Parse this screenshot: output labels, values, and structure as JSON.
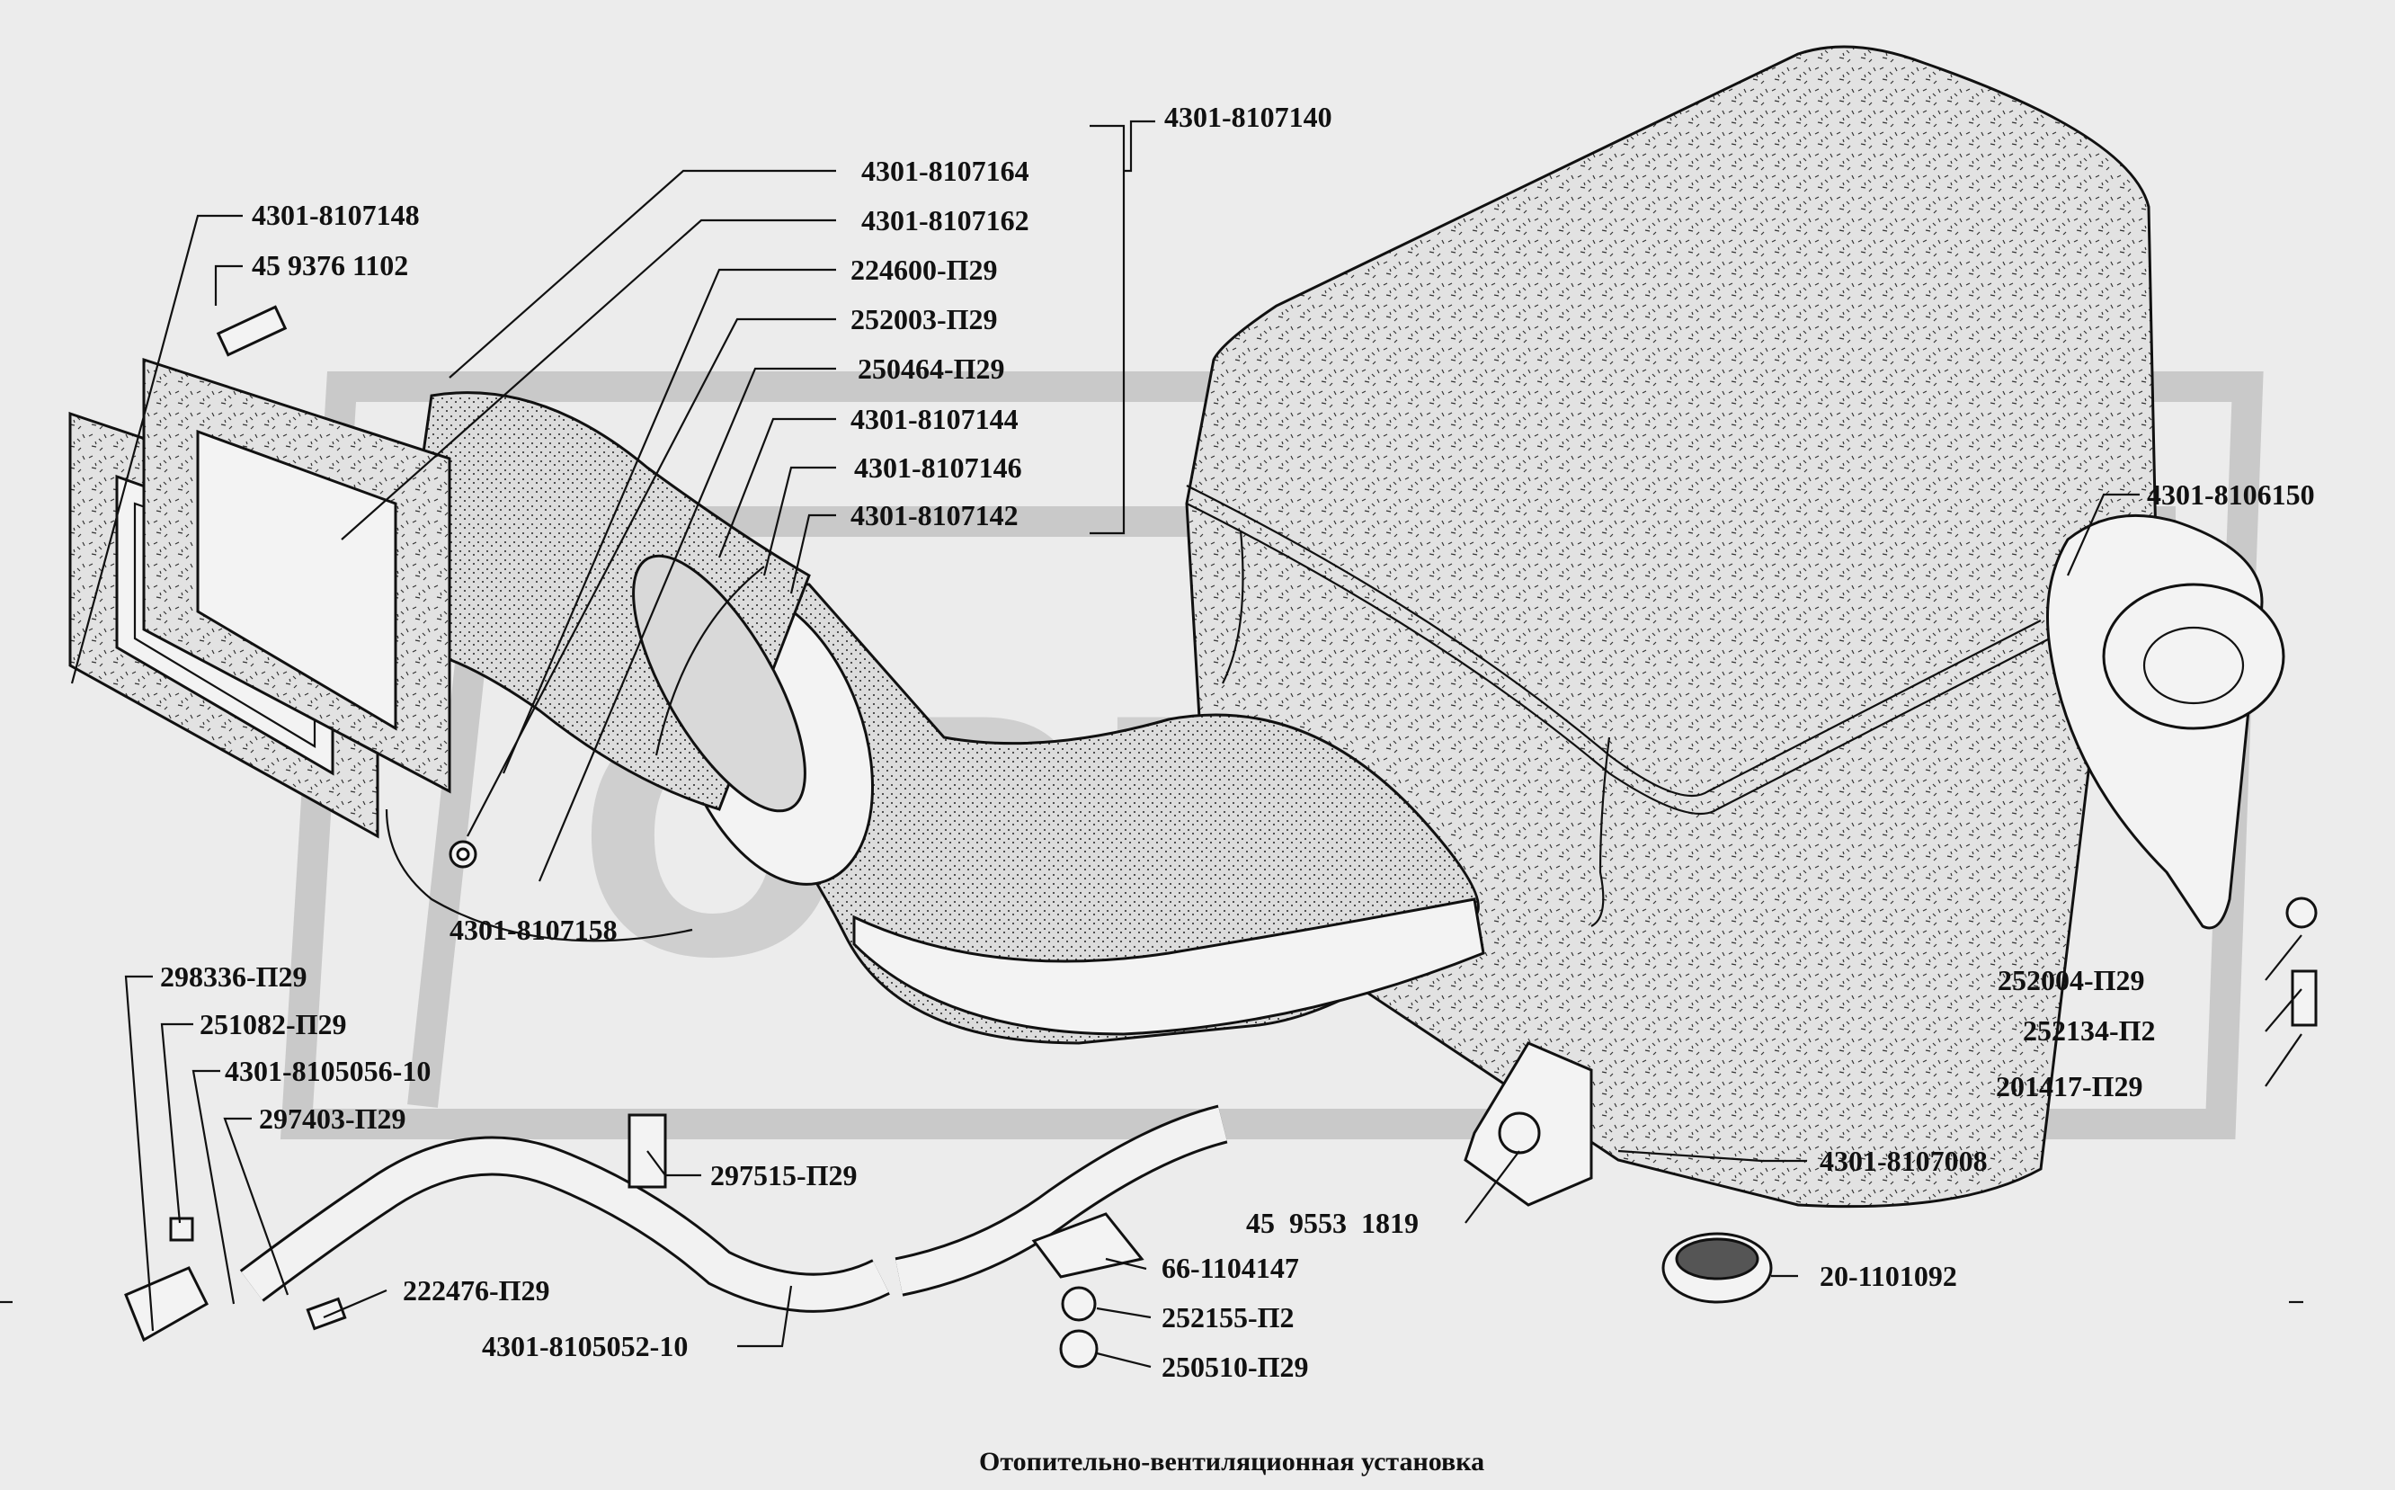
{
  "caption": "Отопительно-вентиляционная установка",
  "watermark": "OPEX",
  "labels": {
    "p8107140": "4301-8107140",
    "p8107164": "4301-8107164",
    "p8107162": "4301-8107162",
    "p8107148": "4301-8107148",
    "p4593761102": "45 9376 1102",
    "p224600": "224600-П29",
    "p252003": "252003-П29",
    "p250464": "250464-П29",
    "p8107144": "4301-8107144",
    "p8107146": "4301-8107146",
    "p8107142": "4301-8107142",
    "p8106150": "4301-8106150",
    "p8107158": "4301-8107158",
    "p298336": "298336-П29",
    "p251082": "251082-П29",
    "p8105056": "4301-8105056-10",
    "p297403": "297403-П29",
    "p297515": "297515-П29",
    "p222476": "222476-П29",
    "p8105052": "4301-8105052-10",
    "p66_1104147": "66-1104147",
    "p252155": "252155-П2",
    "p250510": "250510-П29",
    "p4595531819": "45  9553  1819",
    "p8107008": "4301-8107008",
    "p20_1101092": "20-1101092",
    "p252004": "252004-П29",
    "p252134": "252134-П2",
    "p201417": "201417-П29"
  }
}
